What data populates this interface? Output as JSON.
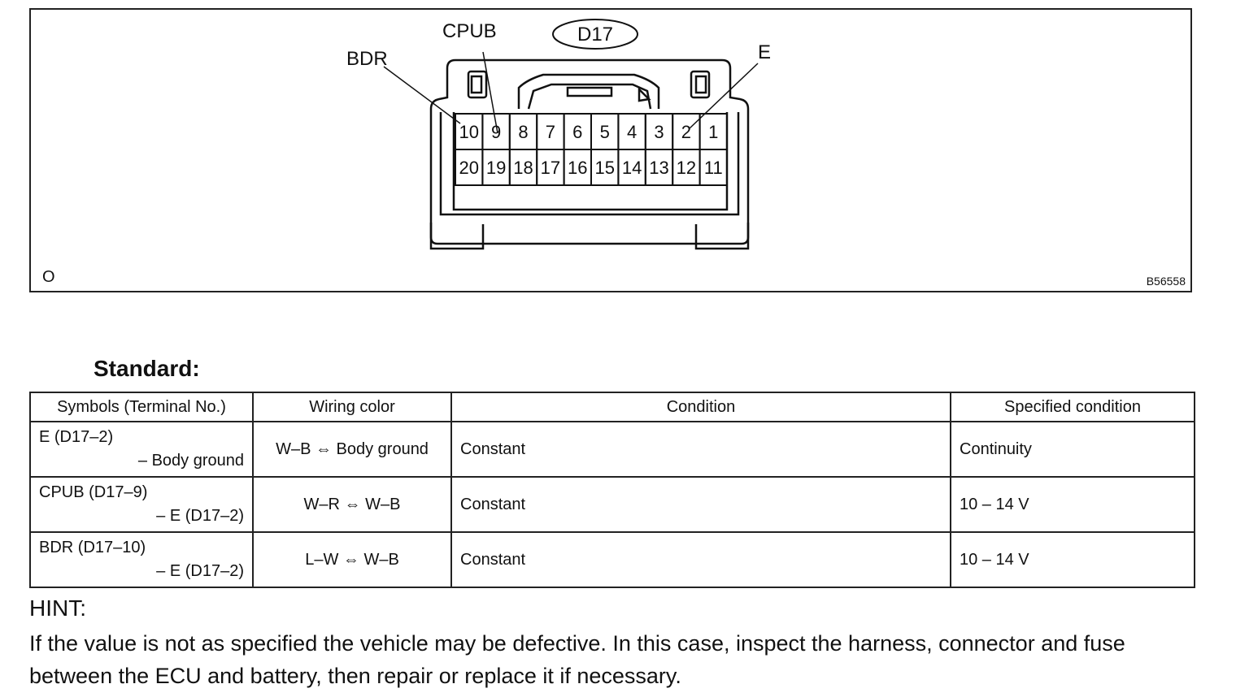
{
  "figure": {
    "connector_label": "D17",
    "callouts": {
      "bdr": "BDR",
      "cpub": "CPUB",
      "e": "E"
    },
    "pins_top": [
      "10",
      "9",
      "8",
      "7",
      "6",
      "5",
      "4",
      "3",
      "2",
      "1"
    ],
    "pins_bottom": [
      "20",
      "19",
      "18",
      "17",
      "16",
      "15",
      "14",
      "13",
      "12",
      "11"
    ],
    "corner_mark": "O",
    "figure_code": "B56558"
  },
  "standard": {
    "heading": "Standard:"
  },
  "table": {
    "headers": [
      "Symbols (Terminal No.)",
      "Wiring color",
      "Condition",
      "Specified condition"
    ],
    "rows": [
      {
        "sym1": "E (D17–2)",
        "sym2": "– Body ground",
        "wiring": "W–B ⇔ Body ground",
        "condition": "Constant",
        "spec": "Continuity"
      },
      {
        "sym1": "CPUB (D17–9)",
        "sym2": "– E (D17–2)",
        "wiring": "W–R ⇔ W–B",
        "condition": "Constant",
        "spec": "10 – 14 V"
      },
      {
        "sym1": "BDR (D17–10)",
        "sym2": "– E (D17–2)",
        "wiring": "L–W ⇔ W–B",
        "condition": "Constant",
        "spec": "10 – 14 V"
      }
    ]
  },
  "hint": {
    "title": "HINT:",
    "body": "If the value is not as specified the vehicle may be defective. In this case, inspect the harness, connector and fuse between the ECU and battery, then repair or replace it if necessary."
  }
}
